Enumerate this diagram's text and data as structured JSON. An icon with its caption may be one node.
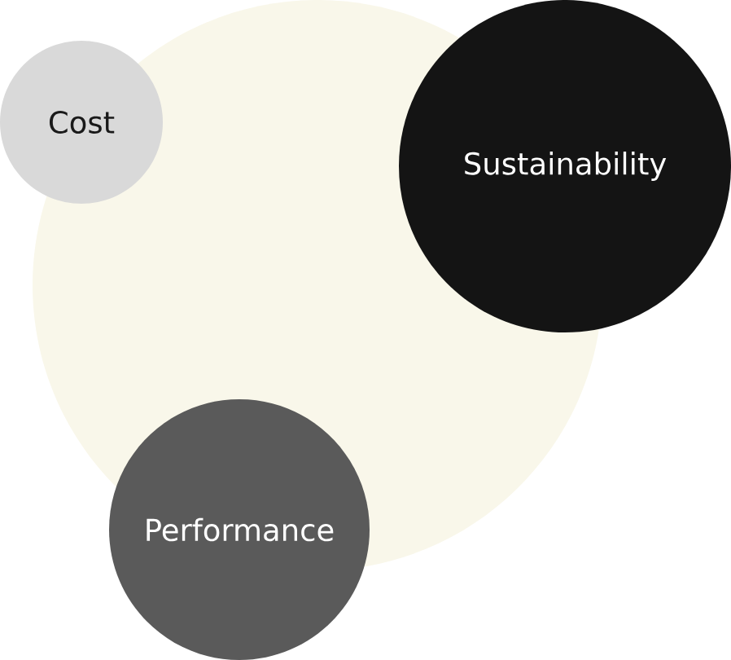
{
  "diagram": {
    "nodes": [
      {
        "text": [],
        "shape": "circle"
      },
      {
        "text": [
          "Cost"
        ]
      },
      {
        "text": [
          "Sustainability"
        ]
      },
      {
        "text": [
          "Performance"
        ]
      }
    ]
  }
}
